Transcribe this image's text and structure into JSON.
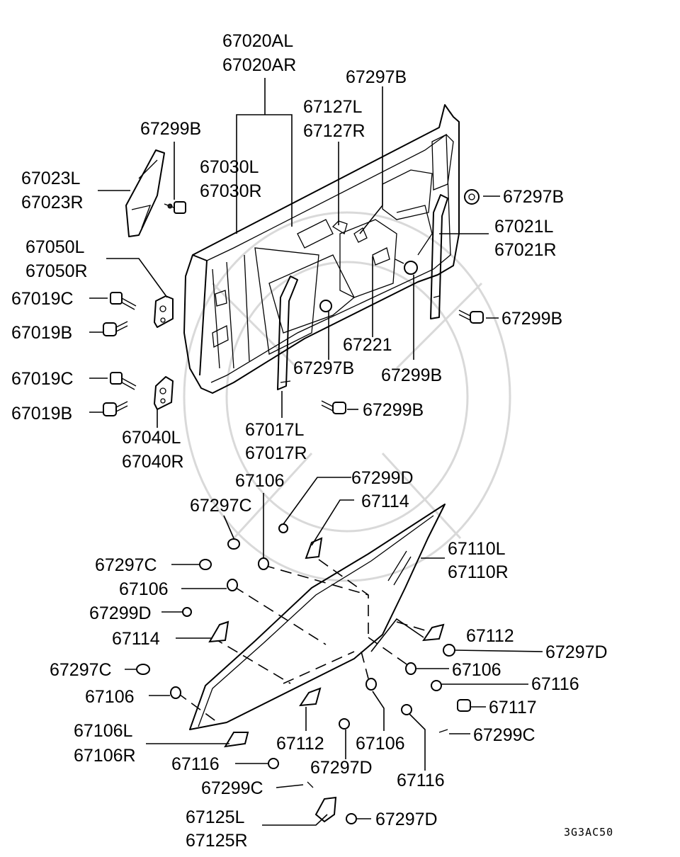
{
  "diagram_code": "3G3AC50",
  "labels": {
    "l_67020al": "67020AL",
    "l_67020ar": "67020AR",
    "l_67297b_top": "67297B",
    "l_67127l": "67127L",
    "l_67127r": "67127R",
    "l_67299b_top": "67299B",
    "l_67030l": "67030L",
    "l_67030r": "67030R",
    "l_67023l": "67023L",
    "l_67023r": "67023R",
    "l_67297b_right": "67297B",
    "l_67021l": "67021L",
    "l_67021r": "67021R",
    "l_67050l": "67050L",
    "l_67050r": "67050R",
    "l_67019c_1": "67019C",
    "l_67019b_1": "67019B",
    "l_67299b_right": "67299B",
    "l_67221": "67221",
    "l_67297b_mid": "67297B",
    "l_67299b_mid": "67299B",
    "l_67019c_2": "67019C",
    "l_67019b_2": "67019B",
    "l_67299b_low": "67299B",
    "l_67040l": "67040L",
    "l_67040r": "67040R",
    "l_67017l": "67017L",
    "l_67017r": "67017R",
    "l_67106_top": "67106",
    "l_67299d_top": "67299D",
    "l_67297c_top": "67297C",
    "l_67114_top": "67114",
    "l_67110l": "67110L",
    "l_67110r": "67110R",
    "l_67297c_mid": "67297C",
    "l_67106_mid": "67106",
    "l_67299d_mid": "67299D",
    "l_67114_mid": "67114",
    "l_67112_right": "67112",
    "l_67297d_right": "67297D",
    "l_67297c_low": "67297C",
    "l_67106_right": "67106",
    "l_67116_right": "67116",
    "l_67106_low": "67106",
    "l_67117": "67117",
    "l_67106l": "67106L",
    "l_67106r": "67106R",
    "l_67112_low": "67112",
    "l_67106_bot": "67106",
    "l_67299c_right": "67299C",
    "l_67116_low": "67116",
    "l_67297d_low": "67297D",
    "l_67116_bot": "67116",
    "l_67299c_low": "67299C",
    "l_67125l": "67125L",
    "l_67297d_bot": "67297D",
    "l_67125r": "67125R"
  }
}
